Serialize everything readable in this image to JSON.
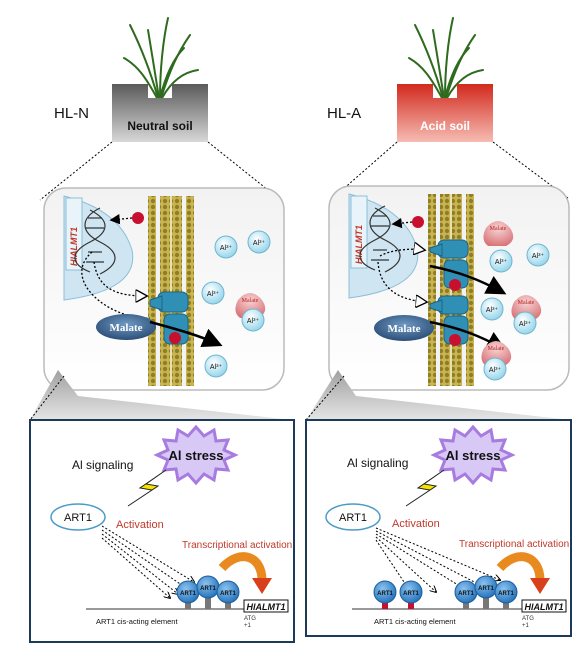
{
  "left": {
    "label": "HL-N",
    "soil": "Neutral soil",
    "gene": "HlALMT1",
    "malate": "Malate",
    "al": "Al³⁺",
    "al_signaling": "Al signaling",
    "al_stress": "Al stress",
    "art1": "ART1",
    "activation": "Activation",
    "transcriptional": "Transcriptional activation",
    "cis_element": "ART1 cis-acting element",
    "atg": "ATG",
    "plus1": "+1"
  },
  "right": {
    "label": "HL-A",
    "soil": "Acid soil",
    "gene": "HlALMT1",
    "malate": "Malate",
    "al": "Al³⁺",
    "al_signaling": "Al signaling",
    "al_stress": "Al stress",
    "art1": "ART1",
    "activation": "Activation",
    "transcriptional": "Transcriptional activation",
    "cis_element": "ART1 cis-acting element",
    "atg": "ATG",
    "plus1": "+1"
  },
  "colors": {
    "neutral_soil": "#7a7a7a",
    "acid_soil": "#e0362b",
    "membrane": "#b8a64a",
    "channel": "#2f8fb4",
    "al_ion": "#bfe8f5",
    "malate_dark": "#3a5f86",
    "malate_light": "#e89a9a",
    "al_stress_burst": "#a77be0",
    "activation_red": "#c0392b"
  }
}
